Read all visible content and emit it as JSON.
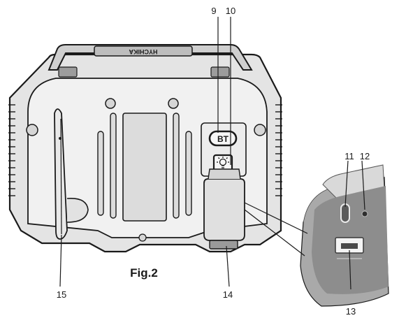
{
  "figure": {
    "caption": "Fig.2",
    "brand_mark": "HYCHIKA",
    "button_bt_label": "BT",
    "callouts": {
      "c9": "9",
      "c10": "10",
      "c11": "11",
      "c12": "12",
      "c13": "13",
      "c14": "14",
      "c15": "15"
    }
  }
}
